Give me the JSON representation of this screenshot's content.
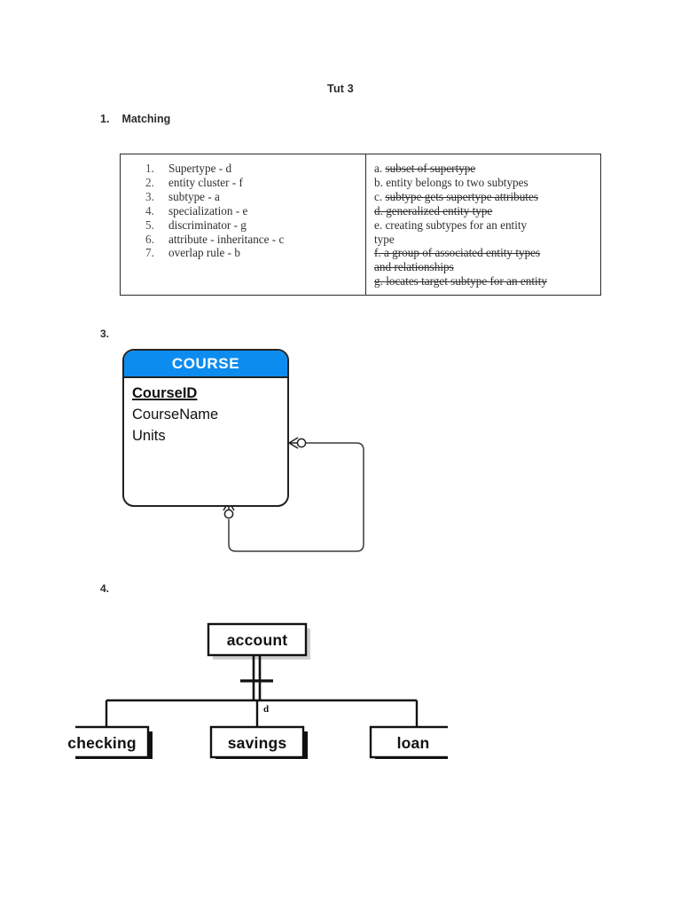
{
  "document": {
    "title": "Tut 3"
  },
  "question1": {
    "number": "1.",
    "label": "Matching",
    "terms": [
      {
        "num": "1.",
        "text": "Supertype - d"
      },
      {
        "num": "2.",
        "text": "entity cluster - f"
      },
      {
        "num": "3.",
        "text": "subtype - a"
      },
      {
        "num": "4.",
        "text": "specialization - e"
      },
      {
        "num": "5.",
        "text": "discriminator - g"
      },
      {
        "num": "6.",
        "text": "attribute - inheritance - c"
      },
      {
        "num": "7.",
        "text": "overlap rule - b"
      }
    ],
    "definitions": [
      {
        "letter": "a.",
        "text": "subset of supertype",
        "strike": "text"
      },
      {
        "letter": "b.",
        "text": "entity belongs to two subtypes",
        "strike": "none"
      },
      {
        "letter": "c.",
        "text": "subtype gets supertype attributes",
        "strike": "text"
      },
      {
        "letter": "d.",
        "text": "generalized entity type",
        "strike": "all"
      },
      {
        "letter": "e.",
        "text": "creating subtypes for an entity",
        "strike": "none"
      },
      {
        "letter": "",
        "text": "type",
        "strike": "none"
      },
      {
        "letter": "f.",
        "text": "a group of associated entity types",
        "strike": "all"
      },
      {
        "letter": "",
        "text": "and relationships",
        "strike": "all"
      },
      {
        "letter": "g.",
        "text": "locates target subtype for an entity",
        "strike": "all"
      }
    ]
  },
  "question3": {
    "number": "3.",
    "entity": {
      "name": "COURSE",
      "header_color": "#0d8cf0",
      "attributes": [
        {
          "name": "CourseID",
          "is_primary_key": true
        },
        {
          "name": "CourseName",
          "is_primary_key": false
        },
        {
          "name": "Units",
          "is_primary_key": false
        }
      ]
    },
    "relationship": {
      "kind": "recursive",
      "end_right": "zero-or-many",
      "end_bottom": "zero-or-many"
    }
  },
  "question4": {
    "number": "4.",
    "supertype": "account",
    "discriminator": "d",
    "completeness": "total",
    "subtypes": [
      "checking",
      "savings",
      "loan"
    ]
  }
}
